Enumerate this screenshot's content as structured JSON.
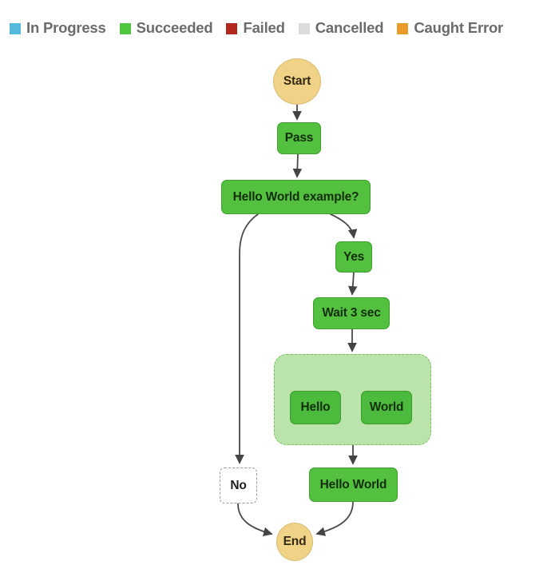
{
  "legend": {
    "items": [
      {
        "name": "in-progress",
        "label": "In Progress",
        "color": "#55b9d9"
      },
      {
        "name": "succeeded",
        "label": "Succeeded",
        "color": "#4ec63d"
      },
      {
        "name": "failed",
        "label": "Failed",
        "color": "#b3271d"
      },
      {
        "name": "cancelled",
        "label": "Cancelled",
        "color": "#dbdbdb"
      },
      {
        "name": "caught-error",
        "label": "Caught Error",
        "color": "#e89b28"
      }
    ]
  },
  "workflow": {
    "nodes": {
      "start": {
        "label": "Start",
        "status": "terminal"
      },
      "pass": {
        "label": "Pass",
        "status": "succeeded"
      },
      "choice": {
        "label": "Hello World example?",
        "status": "succeeded"
      },
      "yes": {
        "label": "Yes",
        "status": "succeeded"
      },
      "wait": {
        "label": "Wait 3 sec",
        "status": "succeeded"
      },
      "parallel": {
        "label": "",
        "status": "succeeded-group"
      },
      "hello": {
        "label": "Hello",
        "status": "succeeded"
      },
      "world": {
        "label": "World",
        "status": "succeeded"
      },
      "hello_world": {
        "label": "Hello World",
        "status": "succeeded"
      },
      "no": {
        "label": "No",
        "status": "not-executed"
      },
      "end": {
        "label": "End",
        "status": "terminal"
      }
    }
  },
  "colors": {
    "succeeded_fill": "#53c13f",
    "succeeded_border": "#3da02c",
    "inner_fill": "#4cba3c",
    "parallel_fill": "#bae4ab",
    "parallel_border": "#72c05e",
    "terminal_fill": "#f1d387",
    "terminal_border": "#d9ba70",
    "not_executed_fill": "#ffffff",
    "edge": "#4a4a4a",
    "legend_text": "#6b6b6b"
  }
}
